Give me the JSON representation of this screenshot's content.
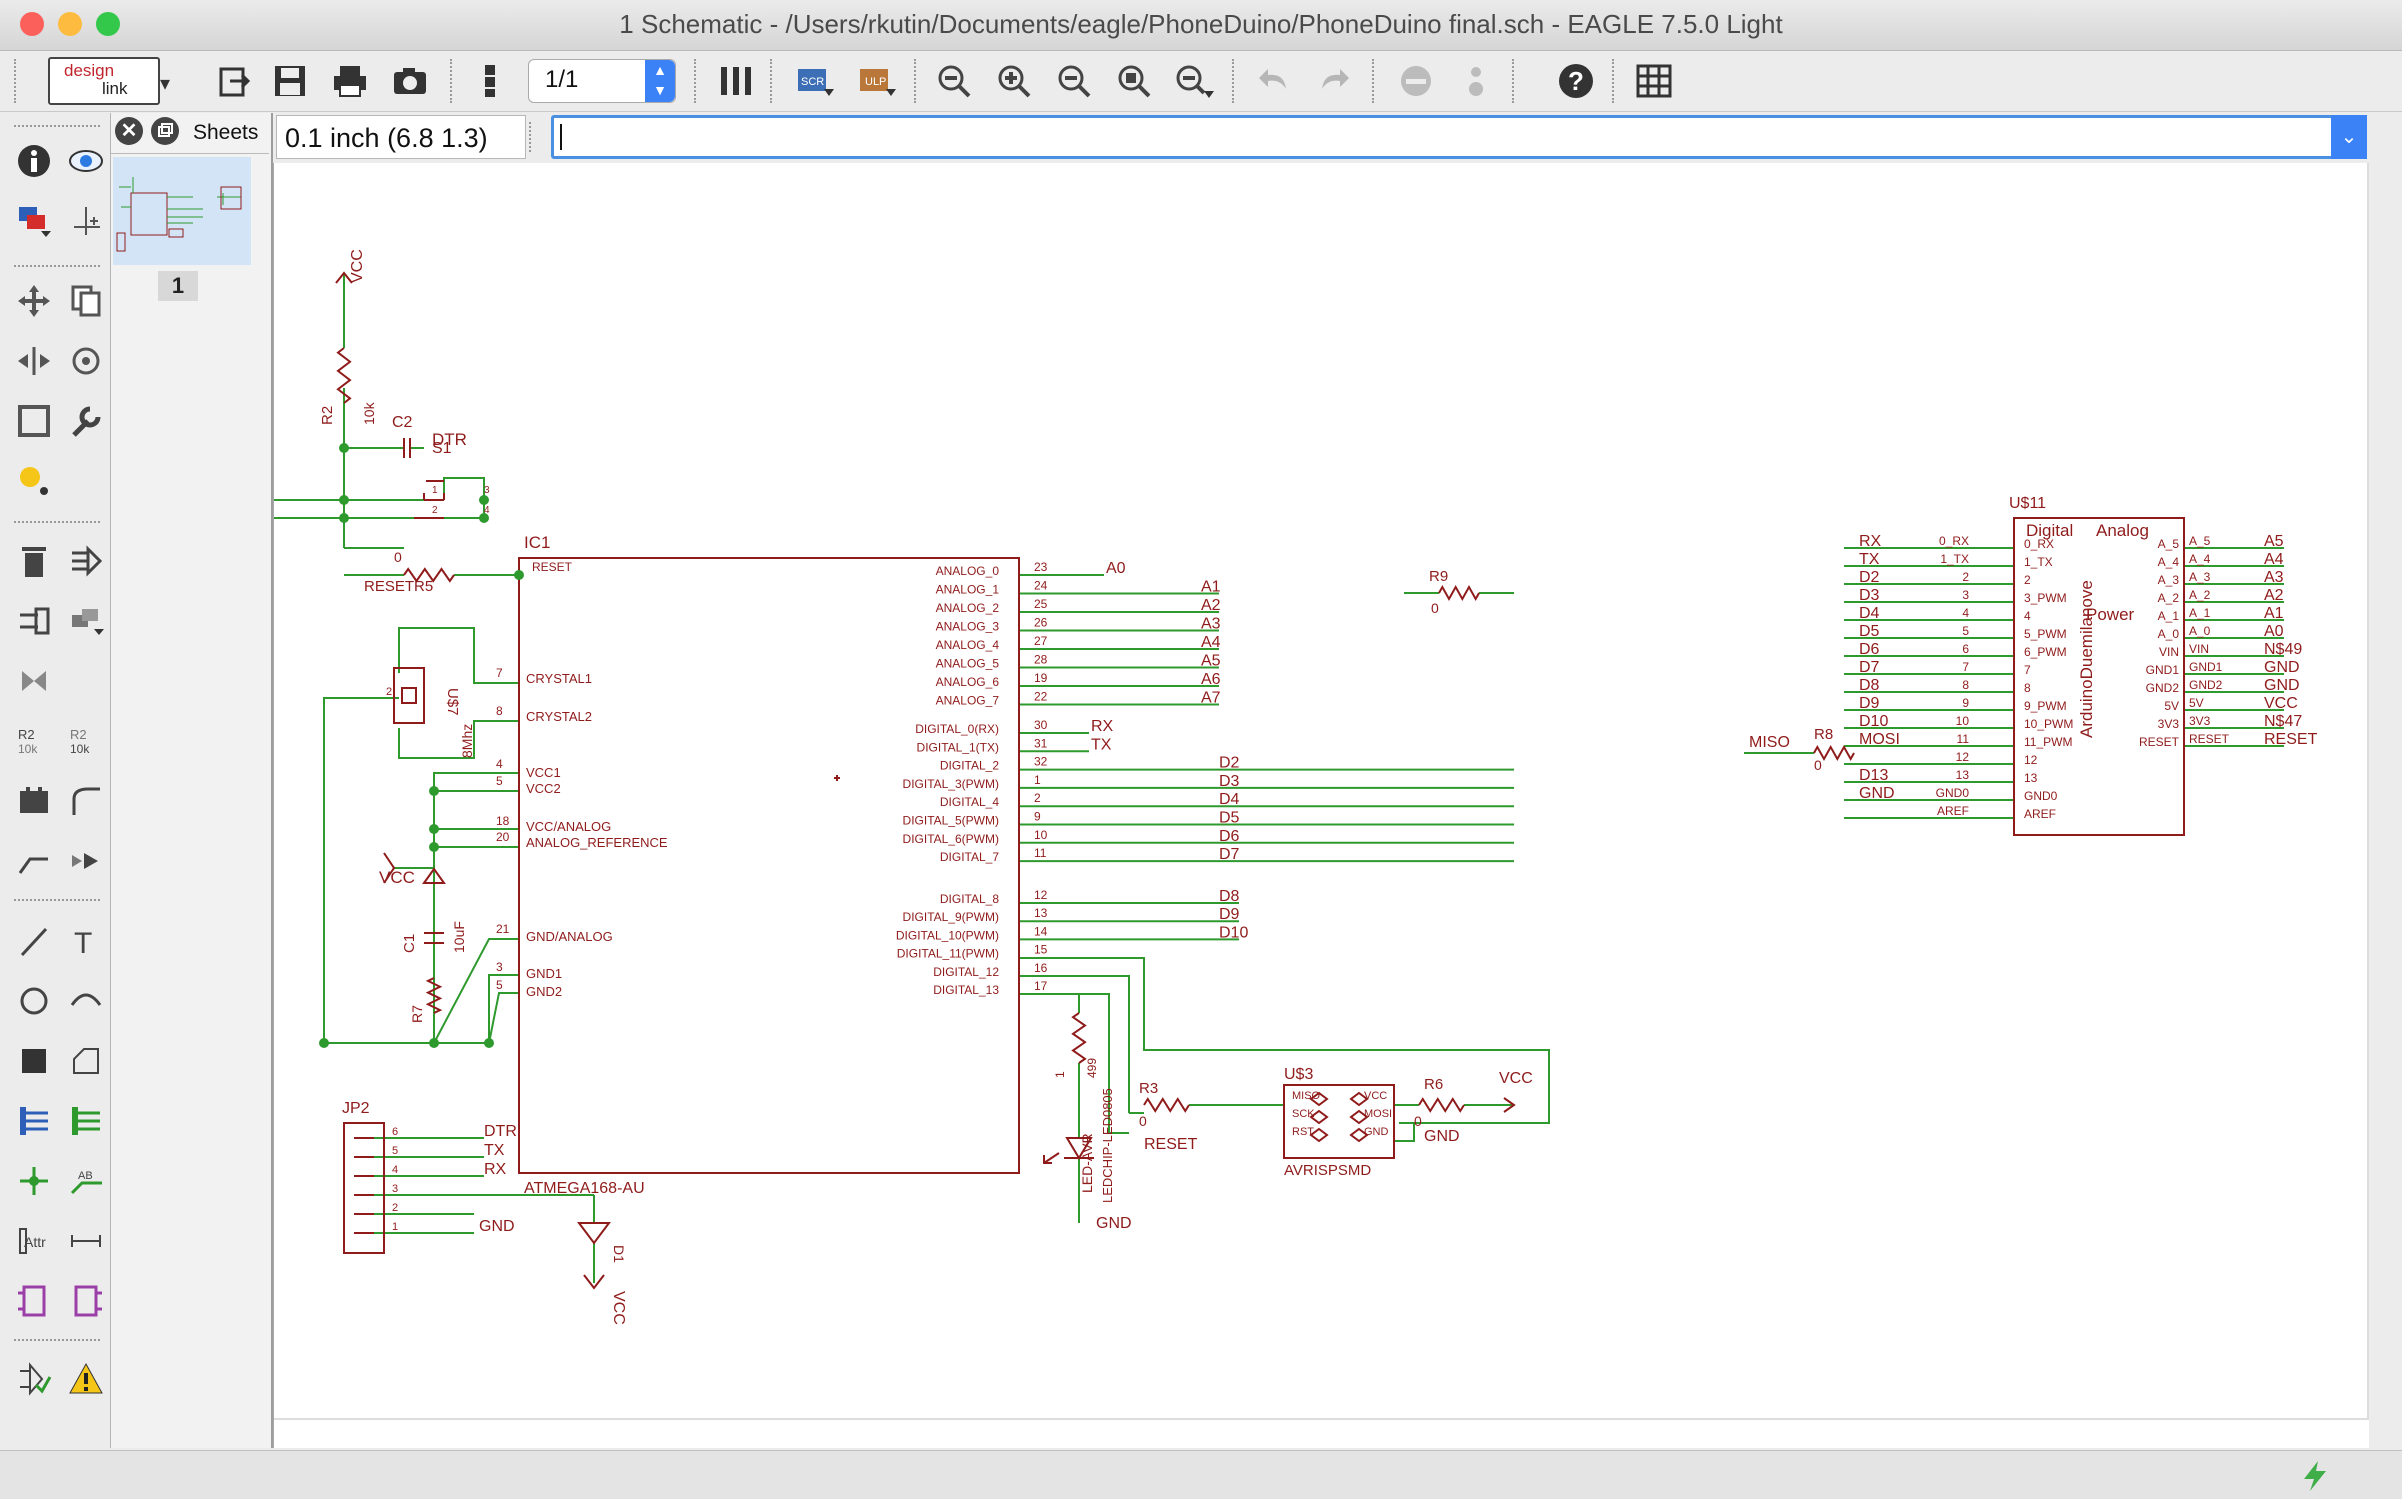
{
  "window": {
    "title": "1 Schematic - /Users/rkutin/Documents/eagle/PhoneDuino/PhoneDuino final.sch - EAGLE 7.5.0 Light",
    "traffic_colors": {
      "close": "#fc605b",
      "minimize": "#fdbc40",
      "zoom": "#34c84a"
    }
  },
  "toolbar": {
    "designlink_label_top": "design",
    "designlink_label_bottom": "link",
    "sheet_select_value": "1/1",
    "icons": [
      "design-link-icon",
      "export-icon",
      "save-icon",
      "print-icon",
      "cam-icon",
      "board-switch-icon",
      "sheet-select",
      "ulp-icon",
      "script-icon",
      "run-icon",
      "zoom-fit-icon",
      "zoom-in-icon",
      "zoom-out-icon",
      "zoom-select-icon",
      "zoom-redraw-icon",
      "undo-icon",
      "redo-icon",
      "stop-icon",
      "go-icon",
      "help-icon",
      "grid-icon"
    ]
  },
  "sheets_panel": {
    "title": "Sheets",
    "sheet_number": "1"
  },
  "coord_display": "0.1 inch (6.8 1.3)",
  "command_input": {
    "value": ""
  },
  "colors": {
    "wire": "#2e9a2e",
    "component": "#8f1b1b",
    "label": "#8f1b1b",
    "junction": "#2e9a2e",
    "accent_blue": "#4a90e2"
  },
  "schematic": {
    "labels": {
      "vcc_top": "VCC",
      "r2": "R2",
      "r2_val": "10k",
      "c2": "C2",
      "dtr1": "DTR",
      "s1": "S1",
      "ic1": "IC1",
      "r5_val": "0",
      "reset_r5": "RESETR5",
      "pin_reset": "RESET",
      "analog": [
        "ANALOG_0",
        "ANALOG_1",
        "ANALOG_2",
        "ANALOG_3",
        "ANALOG_4",
        "ANALOG_5",
        "ANALOG_6",
        "ANALOG_7"
      ],
      "analog_pins": [
        "23",
        "24",
        "25",
        "26",
        "27",
        "28",
        "19",
        "22"
      ],
      "analog_nets": [
        "A0",
        "A1",
        "A2",
        "A3",
        "A4",
        "A5",
        "A6",
        "A7"
      ],
      "crystal1": "CRYSTAL1",
      "crystal2": "CRYSTAL2",
      "u7": "U$7",
      "freq": "8Mhz",
      "digital_pins_top": [
        "DIGITAL_0(RX)",
        "DIGITAL_1(TX)",
        "DIGITAL_2",
        "DIGITAL_3(PWM)",
        "DIGITAL_4",
        "DIGITAL_5(PWM)",
        "DIGITAL_6(PWM)",
        "DIGITAL_7"
      ],
      "digital_nums_top": [
        "30",
        "31",
        "32",
        "1",
        "2",
        "9",
        "10",
        "11"
      ],
      "digital_nets_top": [
        "RX",
        "TX",
        "D2",
        "D3",
        "D4",
        "D5",
        "D6",
        "D7"
      ],
      "digital_pins_bot": [
        "DIGITAL_8",
        "DIGITAL_9(PWM)",
        "DIGITAL_10(PWM)",
        "DIGITAL_11(PWM)",
        "DIGITAL_12",
        "DIGITAL_13"
      ],
      "digital_nums_bot": [
        "12",
        "13",
        "14",
        "15",
        "16",
        "17"
      ],
      "digital_nets_bot": [
        "D8",
        "D9",
        "D10"
      ],
      "vcc1": "VCC1",
      "vcc2": "VCC2",
      "vccanalog": "VCC/ANALOG",
      "analogref": "ANALOG_REFERENCE",
      "gndanalog": "GND/ANALOG",
      "gnd1": "GND1",
      "gnd2": "GND2",
      "part_name": "ATMEGA168-AU",
      "vcc_left": "VCC",
      "c1": "C1",
      "c1_val": "10uF",
      "r7": "R7",
      "jp2": "JP2",
      "jp2_nets": [
        "DTR",
        "TX",
        "RX"
      ],
      "jp2_gnd": "GND",
      "d1": "D1",
      "vcc_bottom": "VCC",
      "r3": "R3",
      "r3_val": "0",
      "reset_net": "RESET",
      "led_label": "LED-AVR",
      "led_part": "LEDCHIP-LED0805",
      "led_gnd": "GND",
      "u3": "U$3",
      "isp_pins": [
        "MISO",
        "SCK",
        "RST",
        "VCC",
        "MOSI",
        "GND"
      ],
      "isp_name": "AVRISPSMD",
      "r6": "R6",
      "r6_val": "0",
      "vcc_r6": "VCC",
      "gnd_r6": "GND",
      "r9": "R9",
      "r9_val": "0",
      "u11": "U$11",
      "u11_digital": "Digital",
      "u11_analog": "Analog",
      "u11_power": "Power",
      "u11_name": "ArduinoDuemilanove",
      "u11_left_nets": [
        "RX",
        "TX",
        "D2",
        "D3",
        "D4",
        "D5",
        "D6",
        "D7",
        "D8",
        "D9",
        "D10",
        "MOSI",
        "MISO",
        "D13",
        "GND"
      ],
      "u11_left_pins": [
        "0_RX",
        "1_TX",
        "2",
        "3",
        "4",
        "5",
        "6",
        "7",
        "8",
        "9",
        "10",
        "11",
        "12",
        "13",
        "GND0",
        "AREF"
      ],
      "u11_left_inner": [
        "0_RX",
        "1_TX",
        "2",
        "3_PWM",
        "4",
        "5_PWM",
        "6_PWM",
        "7",
        "8",
        "9_PWM",
        "10_PWM",
        "11_PWM",
        "12",
        "13",
        "GND0",
        "AREF"
      ],
      "u11_right_inner": [
        "A_5",
        "A_4",
        "A_3",
        "A_2",
        "A_1",
        "A_0",
        "VIN",
        "GND1",
        "GND2",
        "5V",
        "3V3",
        "RESET"
      ],
      "u11_right_pins": [
        "A_5",
        "A_4",
        "A_3",
        "A_2",
        "A_1",
        "A_0",
        "VIN",
        "GND1",
        "GND2",
        "5V",
        "3V3",
        "RESET"
      ],
      "u11_right_nets": [
        "A5",
        "A4",
        "A3",
        "A2",
        "A1",
        "A0",
        "N$49",
        "GND",
        "GND",
        "VCC",
        "N$47",
        "RESET"
      ],
      "r8": "R8",
      "r8_val": "0"
    }
  }
}
